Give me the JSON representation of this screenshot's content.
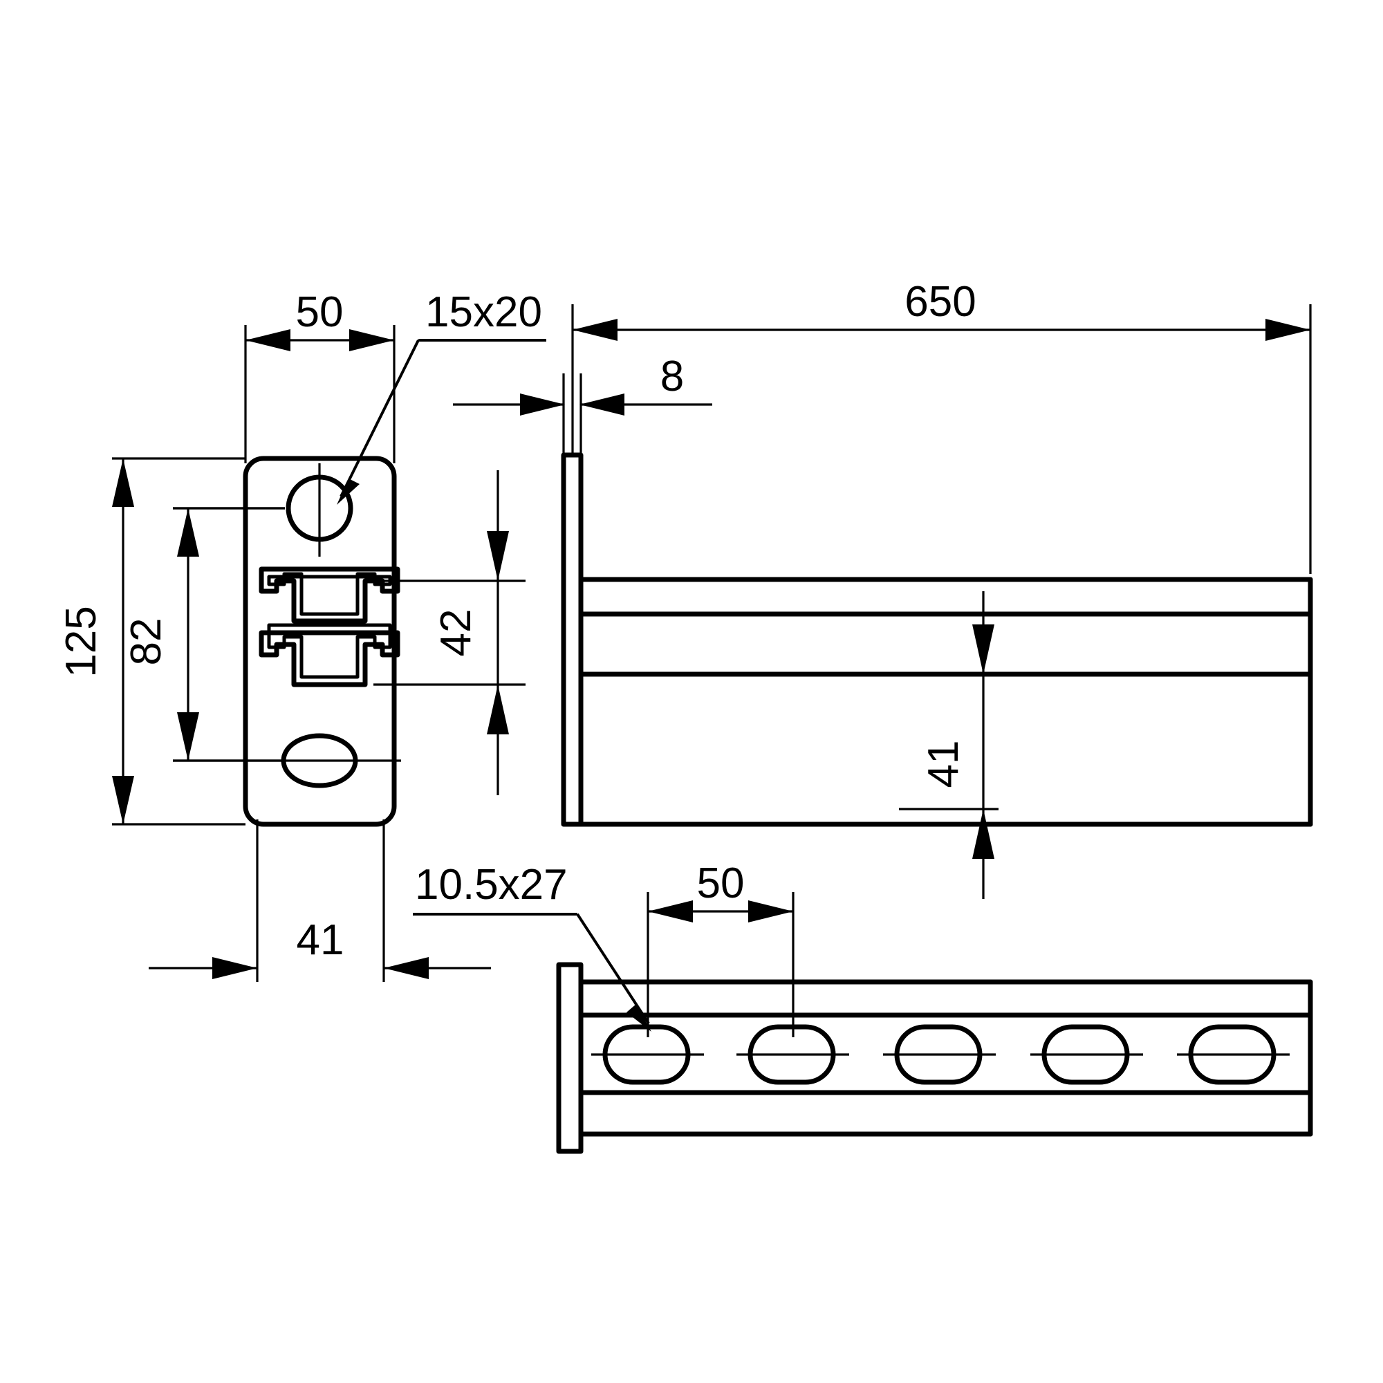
{
  "drawing": {
    "type": "engineering-technical-drawing",
    "subject": "cantilever-bracket-with-slotted-strut-rail",
    "units": "mm",
    "background_color": "#ffffff",
    "line_color": "#000000",
    "views": [
      {
        "id": "front-view",
        "name": "Front view of mounting plate with double channel profile"
      },
      {
        "id": "side-view",
        "name": "Side elevation of bracket arm"
      },
      {
        "id": "bottom-view",
        "name": "Bottom / plan view of slotted rail"
      }
    ]
  },
  "dimensions": {
    "plate_width": "50",
    "upper_hole": "15x20",
    "arm_length": "650",
    "plate_thickness": "8",
    "plate_height": "125",
    "hole_spacing_vertical": "82",
    "channel_height": "42",
    "rail_height": "41",
    "plate_depth": "41",
    "slot_size": "10.5x27",
    "slot_pitch": "50"
  },
  "labels": {
    "d50_top": "50",
    "d15x20": "15x20",
    "d650": "650",
    "d8": "8",
    "d125": "125",
    "d82": "82",
    "d42": "42",
    "d41_right": "41",
    "d41_bottom": "41",
    "d10_5x27": "10.5x27",
    "d50_bottom": "50"
  }
}
